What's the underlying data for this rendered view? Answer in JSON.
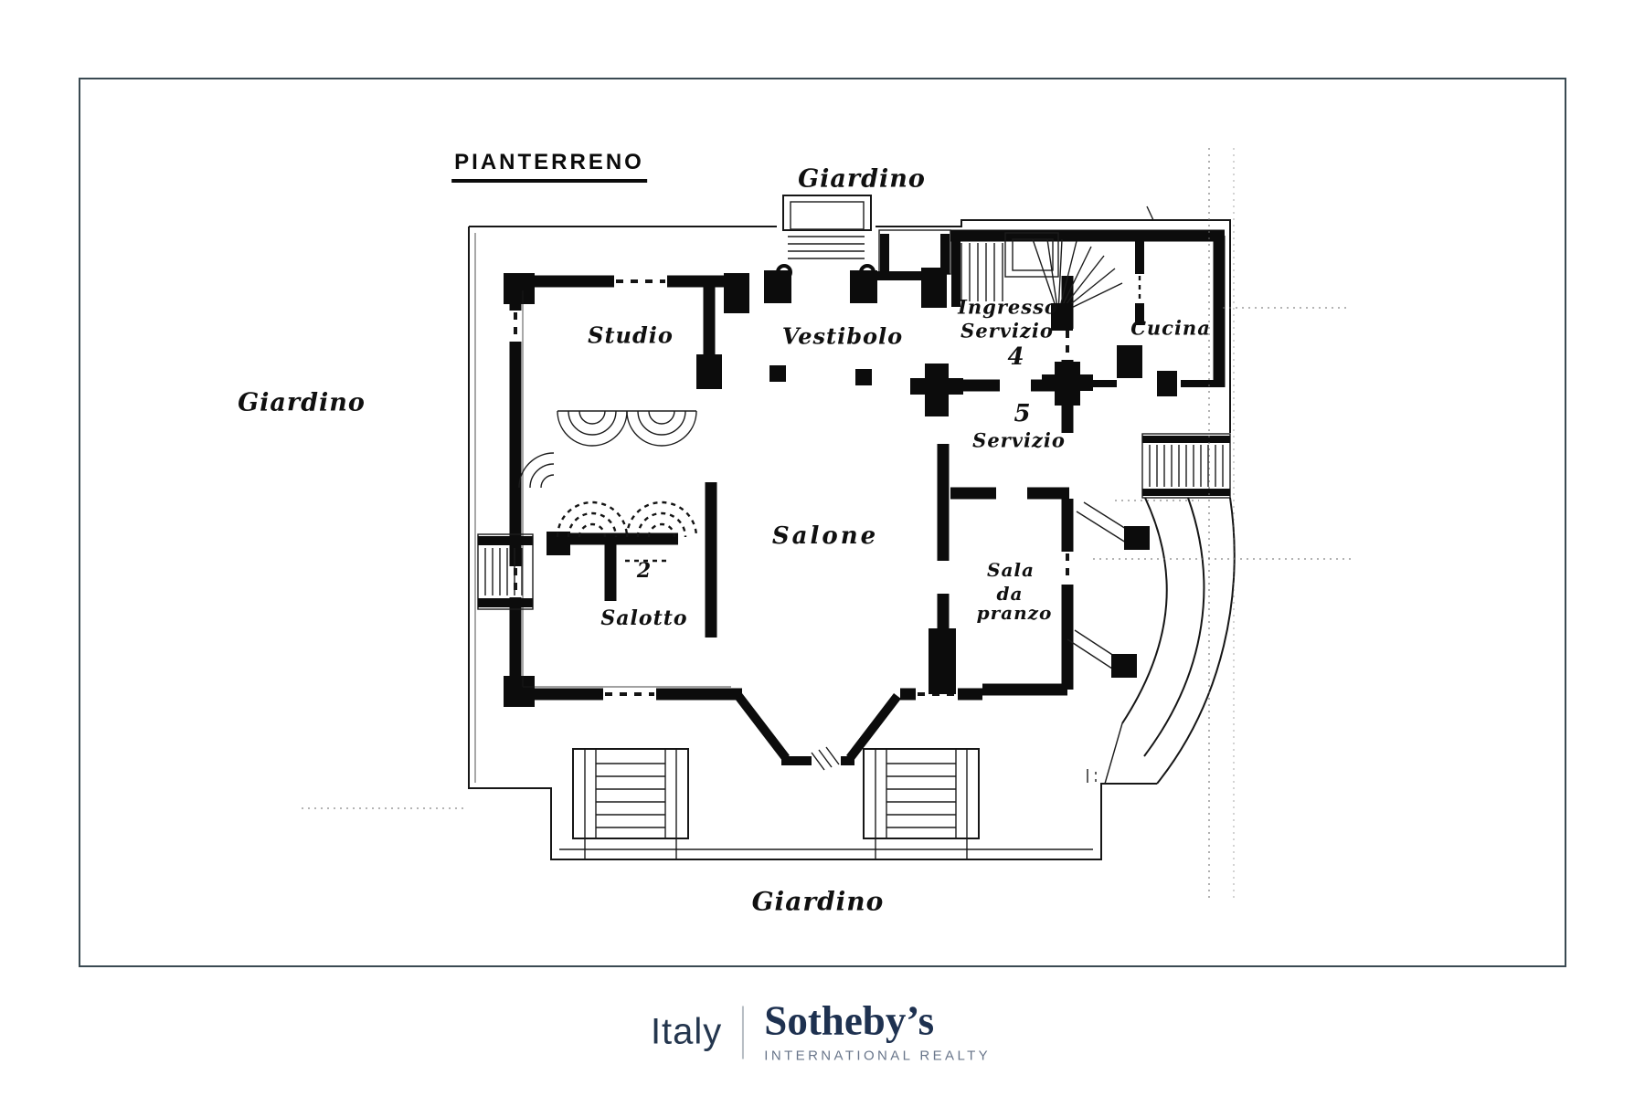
{
  "plan": {
    "title": "PIANTERRENO",
    "garden_top": "Giardino",
    "garden_left": "Giardino",
    "garden_bottom": "Giardino",
    "rooms": {
      "studio": "Studio",
      "vestibolo": "Vestibolo",
      "ingresso_line1": "Ingresso",
      "ingresso_line2": "Servizio",
      "ingresso_number": "4",
      "cucina": "Cucina",
      "servizio_number": "5",
      "servizio": "Servizio",
      "salone": "Salone",
      "salotto_number": "2",
      "salotto": "Salotto",
      "sala_da_pranzo_line1": "Sala",
      "sala_da_pranzo_line2": "da",
      "sala_da_pranzo_line3": "pranzo"
    },
    "ink_color": "#111111",
    "frame_color": "#3a4a52"
  },
  "footer": {
    "brand_region": "Italy",
    "brand_name": "Sotheby’s",
    "brand_tagline": "INTERNATIONAL REALTY",
    "brand_color": "#1e3150",
    "tagline_color": "#68758a"
  }
}
